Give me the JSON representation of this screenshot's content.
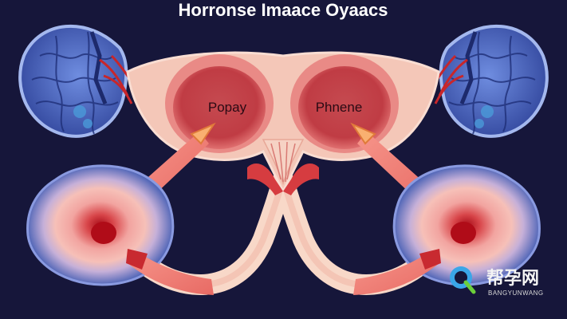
{
  "title": "Horronse Imaace Oyaacs",
  "labels": {
    "left_chamber": "Popay",
    "right_chamber": "Phnene"
  },
  "watermark": {
    "brand": "帮孕网",
    "site": "BANGYUNWANG"
  },
  "colors": {
    "background": "#16163a",
    "brain_blue": "#3f5fc2",
    "vessel_red": "#c8262a",
    "organ_pink": "#f4c7b8",
    "chamber_red": "#c6474d",
    "tube": "#f07c74"
  }
}
